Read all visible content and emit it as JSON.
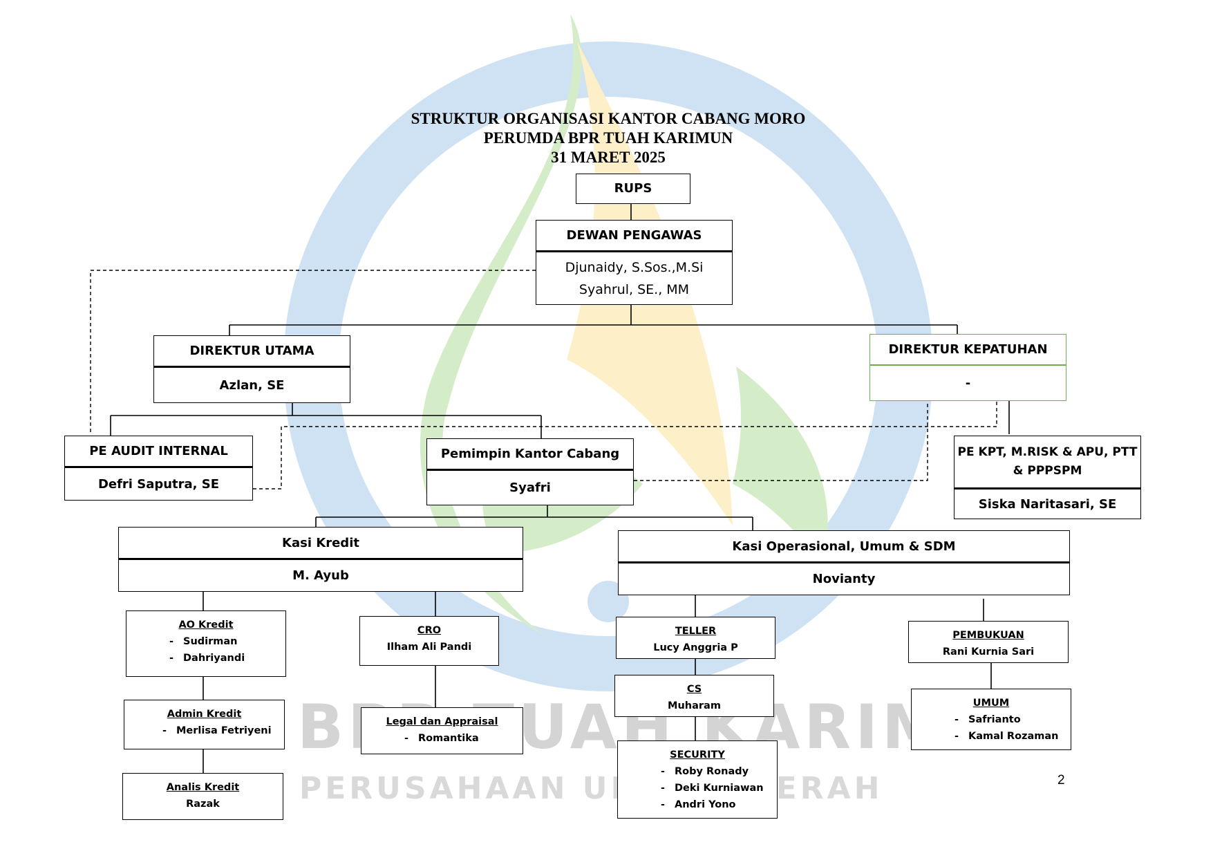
{
  "title": {
    "line1": "STRUKTUR ORGANISASI KANTOR CABANG MORO",
    "line2": "PERUMDA BPR TUAH KARIMUN",
    "line3": "31 MARET 2025"
  },
  "watermark": {
    "line1": "BPR TUAH KARIMUN",
    "line2": "PERUSAHAAN UMUM DAERAH",
    "colors": {
      "blue": "#cfe2f3",
      "green": "#d5ecc9",
      "yellow": "#fdf0c8",
      "grey": "#d4d4d4"
    }
  },
  "rups": {
    "label": "RUPS"
  },
  "dewan_pengawas": {
    "label": "DEWAN PENGAWAS",
    "members": [
      "Djunaidy, S.Sos.,M.Si",
      "Syahrul, SE., MM"
    ]
  },
  "direktur_utama": {
    "label": "DIREKTUR UTAMA",
    "name": "Azlan, SE"
  },
  "direktur_kepatuhan": {
    "label": "DIREKTUR KEPATUHAN",
    "name": "-",
    "border_color": "#6ab04c"
  },
  "pe_audit": {
    "label": "PE AUDIT INTERNAL",
    "name": "Defri Saputra, SE"
  },
  "pemimpin": {
    "label": "Pemimpin Kantor Cabang",
    "name": "Syafri"
  },
  "pe_kpt": {
    "label_line1": "PE KPT, M.RISK & APU, PTT",
    "label_line2": "& PPPSPM",
    "name": "Siska Naritasari, SE"
  },
  "kasi_kredit": {
    "label": "Kasi Kredit",
    "name": "M. Ayub"
  },
  "kasi_ops": {
    "label": "Kasi Operasional, Umum & SDM",
    "name": "Novianty"
  },
  "ao_kredit": {
    "label": "AO Kredit",
    "items": [
      "Sudirman",
      "Dahriyandi"
    ]
  },
  "admin_kredit": {
    "label": "Admin Kredit",
    "items": [
      "Merlisa Fetriyeni"
    ]
  },
  "analis_kredit": {
    "label": "Analis Kredit",
    "name": "Razak"
  },
  "cro": {
    "label": "CRO",
    "name": "Ilham Ali Pandi"
  },
  "legal": {
    "label": "Legal dan Appraisal",
    "items": [
      "Romantika"
    ]
  },
  "teller": {
    "label": "TELLER",
    "name": "Lucy Anggria P"
  },
  "cs": {
    "label": "CS",
    "name": "Muharam"
  },
  "security": {
    "label": "SECURITY",
    "items": [
      "Roby Ronady",
      "Deki Kurniawan",
      "Andri Yono"
    ]
  },
  "pembukuan": {
    "label": "PEMBUKUAN",
    "name": "Rani Kurnia Sari"
  },
  "umum": {
    "label": "UMUM",
    "items": [
      "Safrianto",
      "Kamal Rozaman"
    ]
  },
  "page_number": "2"
}
